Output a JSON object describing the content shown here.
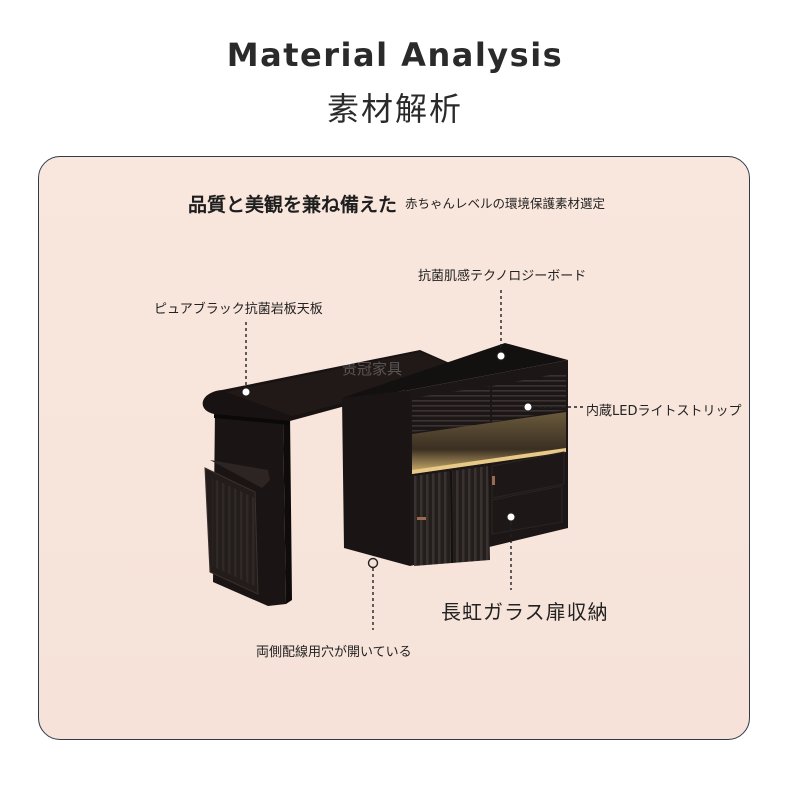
{
  "header": {
    "title_en": "Material Analysis",
    "title_jp": "素材解析"
  },
  "callouts": {
    "headline": "品質と美観を兼ね備えた",
    "headline_sub": "赤ちゃんレベルの環境保護素材選定",
    "antibacterial_board": "抗菌肌感テクノロジーボード",
    "stone_top": "ピュアブラック抗菌岩板天板",
    "led_strip": "内蔵LEDライトストリップ",
    "glass_door": "長虹ガラス扉収納",
    "cable_holes": "両側配線用穴が開いている"
  },
  "watermark": "贵冠家具",
  "colors": {
    "panel_bg": "#f8e5db",
    "panel_border": "#2f3a4d",
    "furniture": "#1c1716",
    "led_glow": "#d9b872"
  }
}
